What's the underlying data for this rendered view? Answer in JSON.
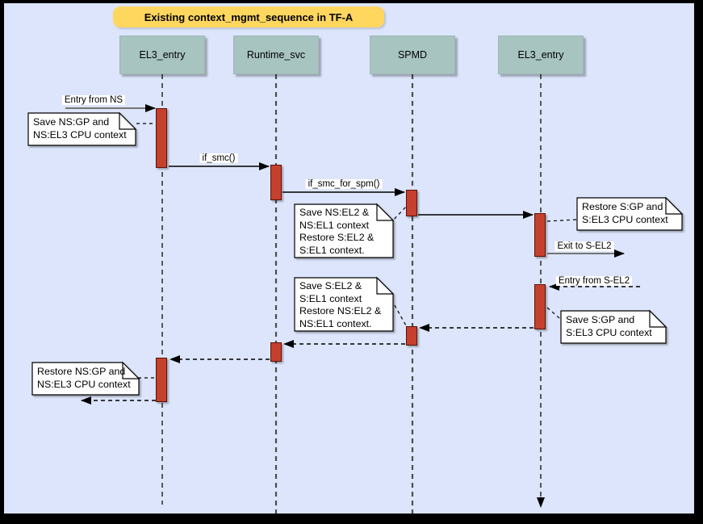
{
  "diagram": {
    "title": "Existing context_mgmt_sequence in TF-A",
    "type": "uml-sequence-diagram"
  },
  "actors": [
    {
      "name": "EL3_entry"
    },
    {
      "name": "Runtime_svc"
    },
    {
      "name": "SPMD"
    },
    {
      "name": "EL3_entry"
    }
  ],
  "messages": [
    {
      "label": "Entry from NS",
      "from": "NS (external)",
      "to": "EL3_entry",
      "style": "solid"
    },
    {
      "label": "if_smc()",
      "from": "EL3_entry",
      "to": "Runtime_svc",
      "style": "solid"
    },
    {
      "label": "if_smc_for_spm()",
      "from": "Runtime_svc",
      "to": "SPMD",
      "style": "solid"
    },
    {
      "label": "",
      "from": "SPMD",
      "to": "EL3_entry (right)",
      "style": "solid"
    },
    {
      "label": "Exit to S-EL2",
      "from": "EL3_entry (right)",
      "to": "S-EL2 (external)",
      "style": "solid"
    },
    {
      "label": "Entry from S-EL2",
      "from": "S-EL2 (external)",
      "to": "EL3_entry (right)",
      "style": "dashed"
    },
    {
      "label": "",
      "from": "EL3_entry (right)",
      "to": "SPMD",
      "style": "dashed-return"
    },
    {
      "label": "",
      "from": "SPMD",
      "to": "Runtime_svc",
      "style": "dashed-return"
    },
    {
      "label": "",
      "from": "Runtime_svc",
      "to": "EL3_entry",
      "style": "dashed-return"
    },
    {
      "label": "",
      "from": "EL3_entry",
      "to": "NS (external)",
      "style": "dashed-return"
    }
  ],
  "notes": [
    {
      "text": "Save NS:GP and\nNS:EL3 CPU context",
      "attached_to": "EL3_entry"
    },
    {
      "text": "Restore S:GP and\nS:EL3 CPU context",
      "attached_to": "EL3_entry (right)"
    },
    {
      "text": "Save NS:EL2 &\nNS:EL1 context\nRestore S:EL2 &\nS:EL1 context.",
      "attached_to": "SPMD"
    },
    {
      "text": "Save S:EL2 &\nS:EL1 context\nRestore NS:EL2 &\nNS:EL1 context.",
      "attached_to": "SPMD"
    },
    {
      "text": "Save S:GP and\nS:EL3 CPU context",
      "attached_to": "EL3_entry (right)"
    },
    {
      "text": "Restore NS:GP and\nNS:EL3 CPU context",
      "attached_to": "EL3_entry"
    }
  ],
  "colors": {
    "canvas_background": "#dce5fb",
    "frame": "#000000",
    "actor_fill": "#a7c4c0",
    "activation_fill": "#c5402d",
    "activation_border": "#5a120a",
    "title_fill": "#ffd75e",
    "note_fill": "#ffffff"
  }
}
